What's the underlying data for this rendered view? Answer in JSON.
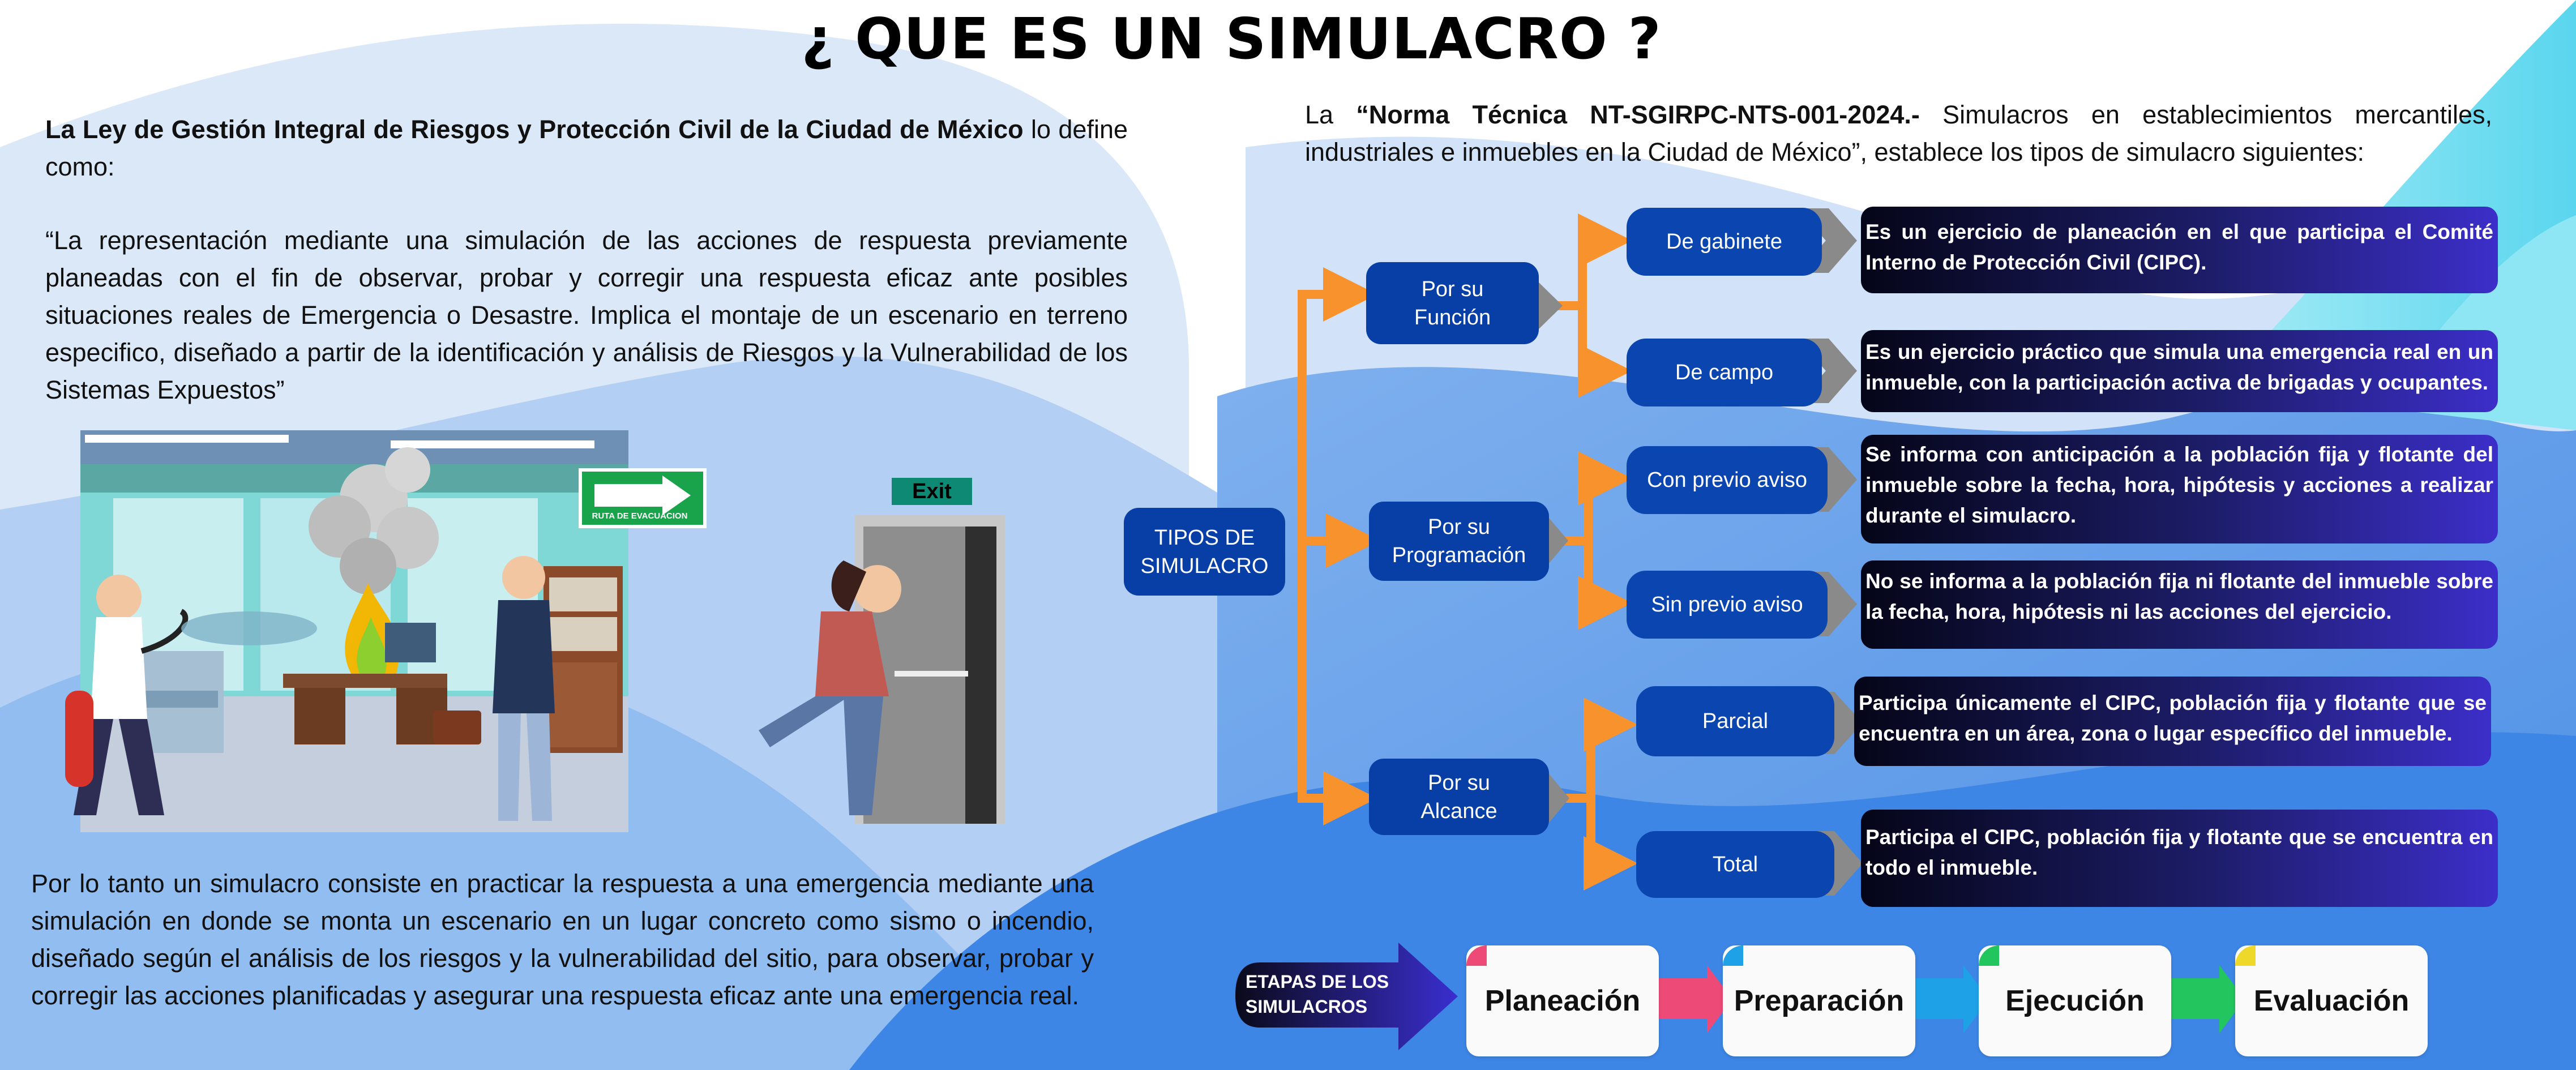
{
  "title": "¿ QUE ES UN SIMULACRO ?",
  "intro": {
    "bold": "La Ley de Gestión Integral de Riesgos y Protección Civil de la Ciudad de México",
    "rest": " lo define como:"
  },
  "quote": "“La representación mediante una simulación de las acciones de respuesta previamente planeadas con el fin de observar, probar y corregir una respuesta eficaz ante posibles situaciones reales de Emergencia o Desastre. Implica el montaje de un escenario en terreno especifico, diseñado a partir de la identificación y análisis de Riesgos y la Vulnerabilidad de los Sistemas Expuestos”",
  "conclusion": "Por lo tanto un simulacro consiste en practicar la respuesta a una emergencia mediante una simulación en donde se monta un escenario en un lugar concreto como sismo o incendio, diseñado según el análisis de los riesgos y la vulnerabilidad del sitio, para observar, probar y corregir las acciones planificadas y asegurar una respuesta eficaz ante una emergencia real.",
  "norma": {
    "prefix": "La ",
    "bold": "“Norma Técnica NT-SGIRPC-NTS-001-2024.-",
    "rest": " Simulacros en establecimientos mercantiles, industriales e inmuebles en la Ciudad de México”, establece los tipos de simulacro siguientes:"
  },
  "illustration": {
    "exit_sign": "Exit",
    "route_sign": "RUTA DE EVACUACION"
  },
  "diagram": {
    "root": "TIPOS DE SIMULACRO",
    "groups": [
      {
        "label": "Por su Función",
        "items": [
          {
            "label": "De gabinete",
            "desc": "Es un ejercicio de planeación en el que participa el Comité Interno de Protección Civil (CIPC)."
          },
          {
            "label": "De campo",
            "desc": "Es un ejercicio práctico que simula una emergencia real en un inmueble, con la participación activa de brigadas y ocupantes."
          }
        ]
      },
      {
        "label": "Por su Programación",
        "items": [
          {
            "label": "Con previo aviso",
            "desc": "Se informa con anticipación a la población fija y flotante del inmueble sobre la fecha, hora, hipótesis y acciones a realizar durante el simulacro."
          },
          {
            "label": "Sin previo aviso",
            "desc": "No se informa a la población fija ni flotante del inmueble sobre la fecha, hora, hipótesis ni las acciones del ejercicio."
          }
        ]
      },
      {
        "label": "Por su Alcance",
        "items": [
          {
            "label": "Parcial",
            "desc": "Participa únicamente el CIPC, población fija y flotante que se encuentra en un área, zona o lugar específico del inmueble."
          },
          {
            "label": "Total",
            "desc": "Participa el CIPC, población fija y flotante que se encuentra en todo el inmueble."
          }
        ]
      }
    ]
  },
  "stages": {
    "label": "ETAPAS DE LOS SIMULACROS",
    "items": [
      "Planeación",
      "Preparación",
      "Ejecución",
      "Evaluación"
    ],
    "colors": [
      "#ee4a77",
      "#1fa1e8",
      "#22c55e",
      "#eed92a"
    ]
  },
  "colors": {
    "pill": "#083fa6",
    "arrow": "#f7922d",
    "chevron": "#8a8a8a"
  }
}
